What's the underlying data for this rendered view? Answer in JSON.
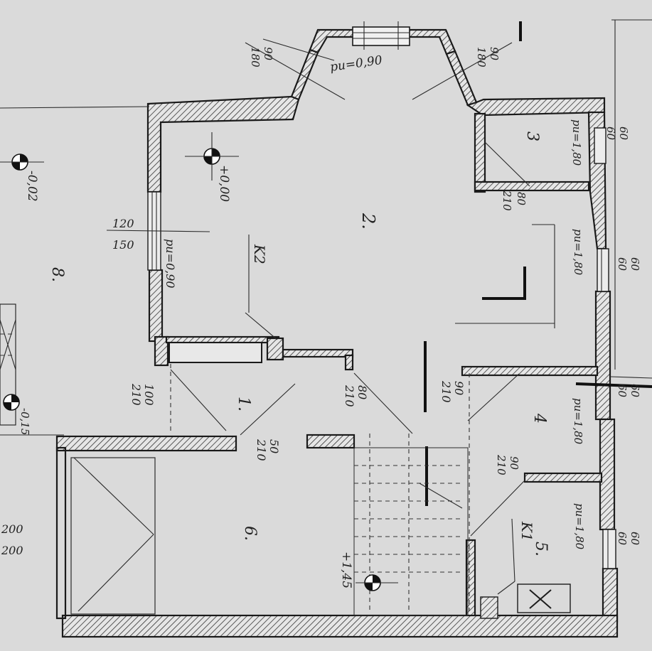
{
  "rooms": {
    "r1": "1.",
    "r2": "2.",
    "r3": "3",
    "r4": "4",
    "r5": "5.",
    "r6": "6.",
    "r8": "8."
  },
  "sections": {
    "k1": "K1",
    "k2": "K2"
  },
  "levels": {
    "lv1": "+0,00",
    "lv2": "+1,45",
    "lv3": "-0,02",
    "lv4": "-0,15"
  },
  "openings": {
    "top_pu": "pu=0,90",
    "top_left_num": "90",
    "top_left_den": "180",
    "top_right_num": "90",
    "top_right_den": "180",
    "left_num": "120",
    "left_den": "150",
    "left_pu": "pu=0,90",
    "r3_pu": "pu=1,80",
    "r3_num": "80",
    "r3_den": "210",
    "r3_right_num": "60",
    "r3_right_den": "60",
    "r2_right_pu": "pu=1,80",
    "r2_right_num": "60",
    "r2_right_den": "60",
    "d1_num": "100",
    "d1_den": "210",
    "d2_num": "80",
    "d2_den": "210",
    "d3_num": "90",
    "d3_den": "210",
    "d4_num": "50",
    "d4_den": "210",
    "r4_right_num": "60",
    "r4_right_den": "60",
    "r4_pu": "pu=1,80",
    "r4_door_num": "90",
    "r4_door_den": "210",
    "r5_pu": "pu=1,80",
    "r5_right_num": "60",
    "r5_right_den": "60",
    "r6_left_num": "200",
    "r6_left_den": "200"
  }
}
